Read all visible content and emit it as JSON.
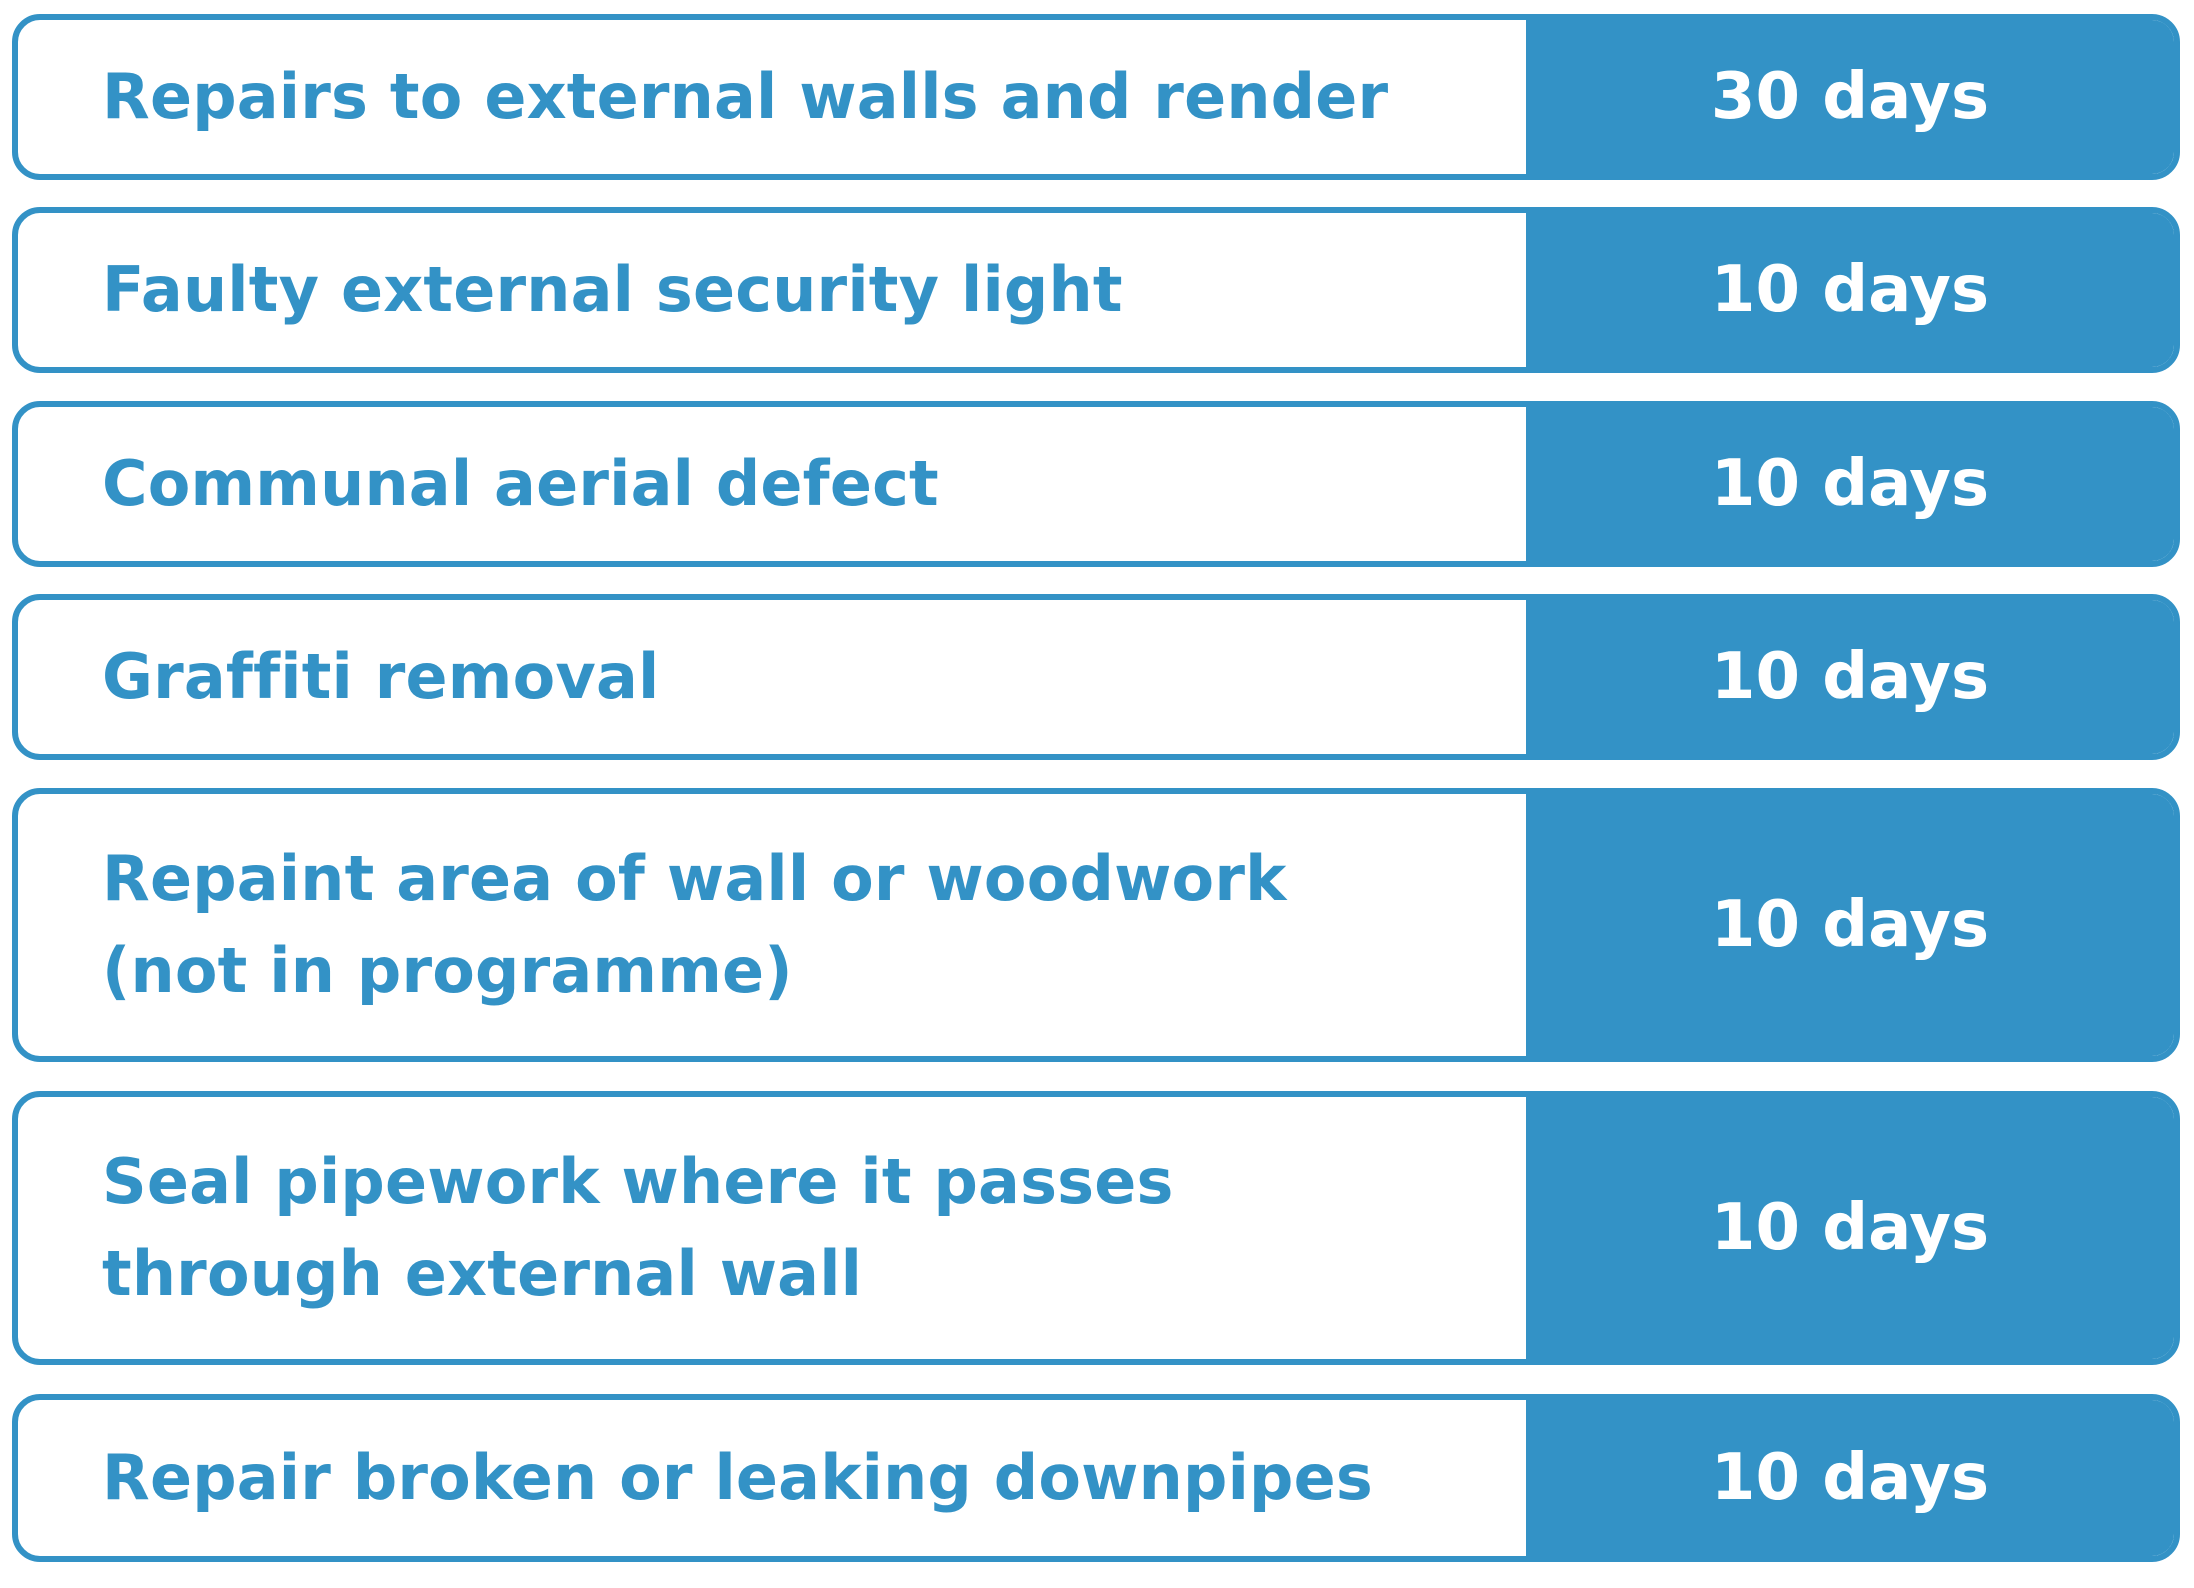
{
  "rows": [
    {
      "task": "Repairs to external walls and render",
      "time": "30 days"
    },
    {
      "task": "Faulty external security light",
      "time": "10 days"
    },
    {
      "task": "Communal aerial defect",
      "time": "10 days"
    },
    {
      "task": "Graffiti removal",
      "time": "10 days"
    },
    {
      "task": "Repaint area of wall or woodwork\n(not in programme)",
      "time": "10 days"
    },
    {
      "task": "Seal pipework where it passes\nthrough external wall",
      "time": "10 days"
    },
    {
      "task": "Repair broken or leaking downpipes",
      "time": "10 days"
    }
  ],
  "colors": {
    "accent": "#3392c6",
    "background": "#ffffff",
    "time_text": "#ffffff"
  }
}
